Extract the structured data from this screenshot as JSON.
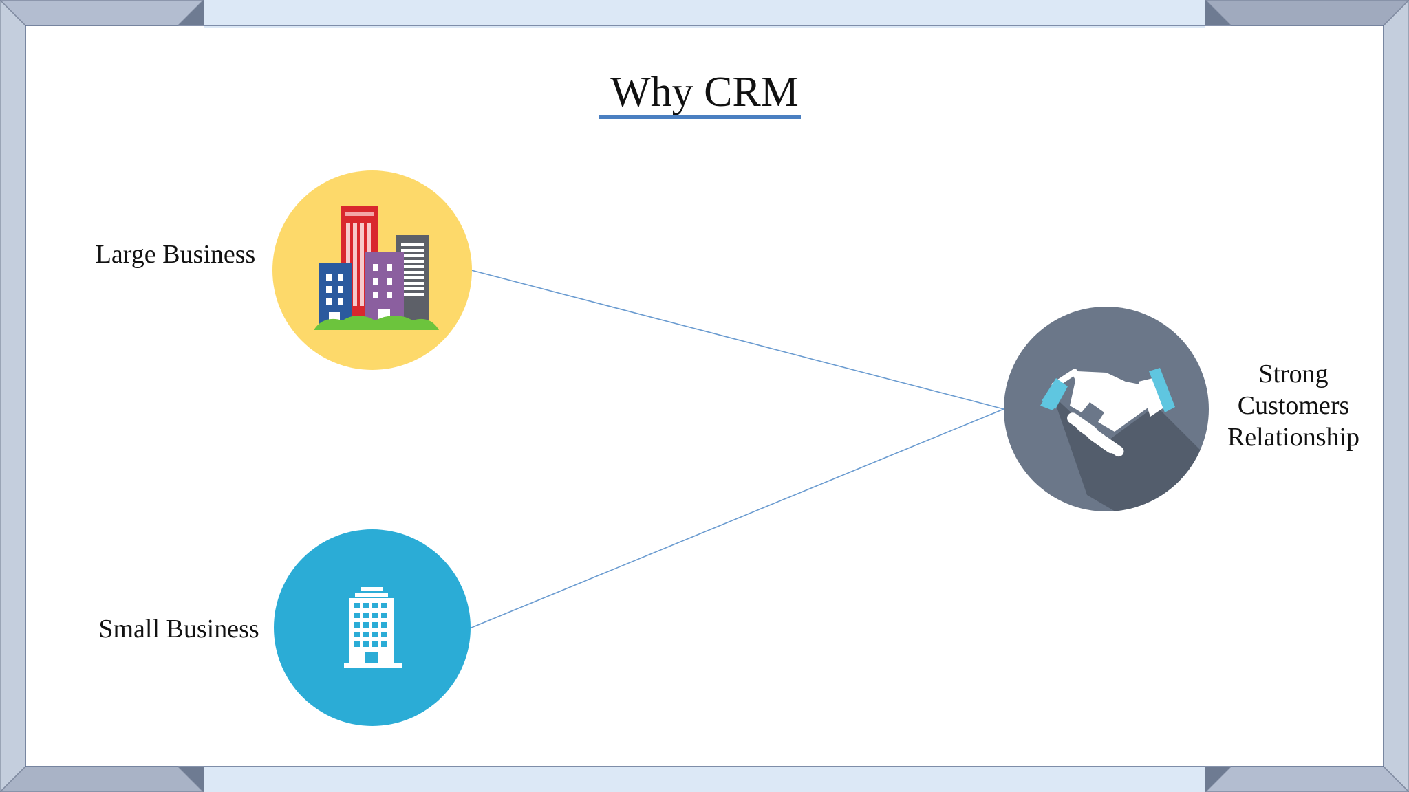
{
  "slide": {
    "title": "Why CRM"
  },
  "nodes": {
    "large_business": {
      "label": "Large Business",
      "icon": "city-buildings-icon",
      "color": "#FDD96A"
    },
    "small_business": {
      "label": "Small Business",
      "icon": "office-building-icon",
      "color": "#2BACD6"
    },
    "relationship": {
      "label_lines": [
        "Strong",
        "Customers",
        "Relationship"
      ],
      "icon": "handshake-icon",
      "color": "#6B7789"
    }
  },
  "edges": [
    {
      "from": "large_business",
      "to": "relationship"
    },
    {
      "from": "small_business",
      "to": "relationship"
    }
  ],
  "colors": {
    "frame_bar": "#DCE8F6",
    "frame_corner": "#A9B3C6",
    "title_underline": "#4A7FC1",
    "connector": "#6A9BD0"
  }
}
